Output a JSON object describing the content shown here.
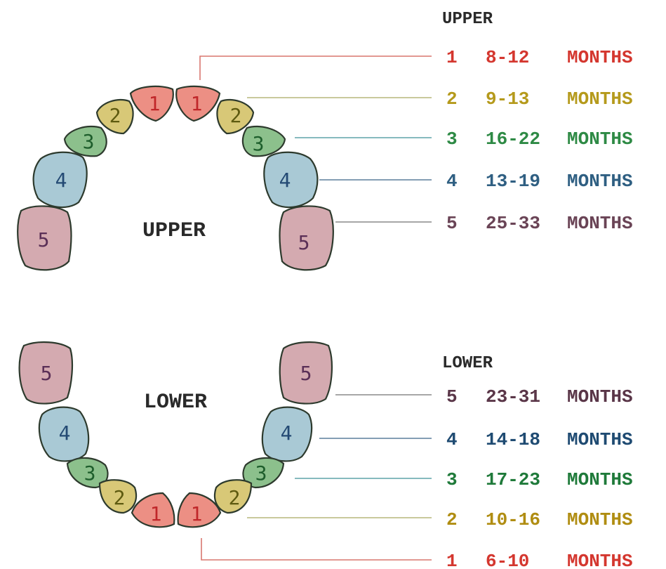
{
  "upper": {
    "arch_label": "UPPER",
    "legend_title": "UPPER",
    "teeth": [
      "1",
      "1",
      "2",
      "2",
      "3",
      "3",
      "4",
      "4",
      "5",
      "5"
    ],
    "legend": [
      {
        "num": "1",
        "range": "8-12",
        "unit": "MONTHS",
        "color": "#d4372f"
      },
      {
        "num": "2",
        "range": "9-13",
        "unit": "MONTHS",
        "color": "#b59a1c"
      },
      {
        "num": "3",
        "range": "16-22",
        "unit": "MONTHS",
        "color": "#2e8a45"
      },
      {
        "num": "4",
        "range": "13-19",
        "unit": "MONTHS",
        "color": "#2f5f82"
      },
      {
        "num": "5",
        "range": "25-33",
        "unit": "MONTHS",
        "color": "#6a4456"
      }
    ]
  },
  "lower": {
    "arch_label": "LOWER",
    "legend_title": "LOWER",
    "teeth": [
      "1",
      "1",
      "2",
      "2",
      "3",
      "3",
      "4",
      "4",
      "5",
      "5"
    ],
    "legend": [
      {
        "num": "5",
        "range": "23-31",
        "unit": "MONTHS",
        "color": "#5a3648"
      },
      {
        "num": "4",
        "range": "14-18",
        "unit": "MONTHS",
        "color": "#1f4b72"
      },
      {
        "num": "3",
        "range": "17-23",
        "unit": "MONTHS",
        "color": "#1f7a3a"
      },
      {
        "num": "2",
        "range": "10-16",
        "unit": "MONTHS",
        "color": "#b08d12"
      },
      {
        "num": "1",
        "range": "6-10",
        "unit": "MONTHS",
        "color": "#d4372f"
      }
    ]
  },
  "colors": {
    "incisor_central": "#ec8f84",
    "incisor_lateral": "#d8c877",
    "canine": "#8cc08c",
    "molar_first": "#a9c9d5",
    "molar_second": "#d4aab0",
    "outline": "#2d3a2d",
    "line_1": "#d9776f",
    "line_2": "#b7b77c",
    "line_3": "#5fa3a8",
    "line_4": "#5c7f9c",
    "line_5": "#8a8a8a"
  }
}
